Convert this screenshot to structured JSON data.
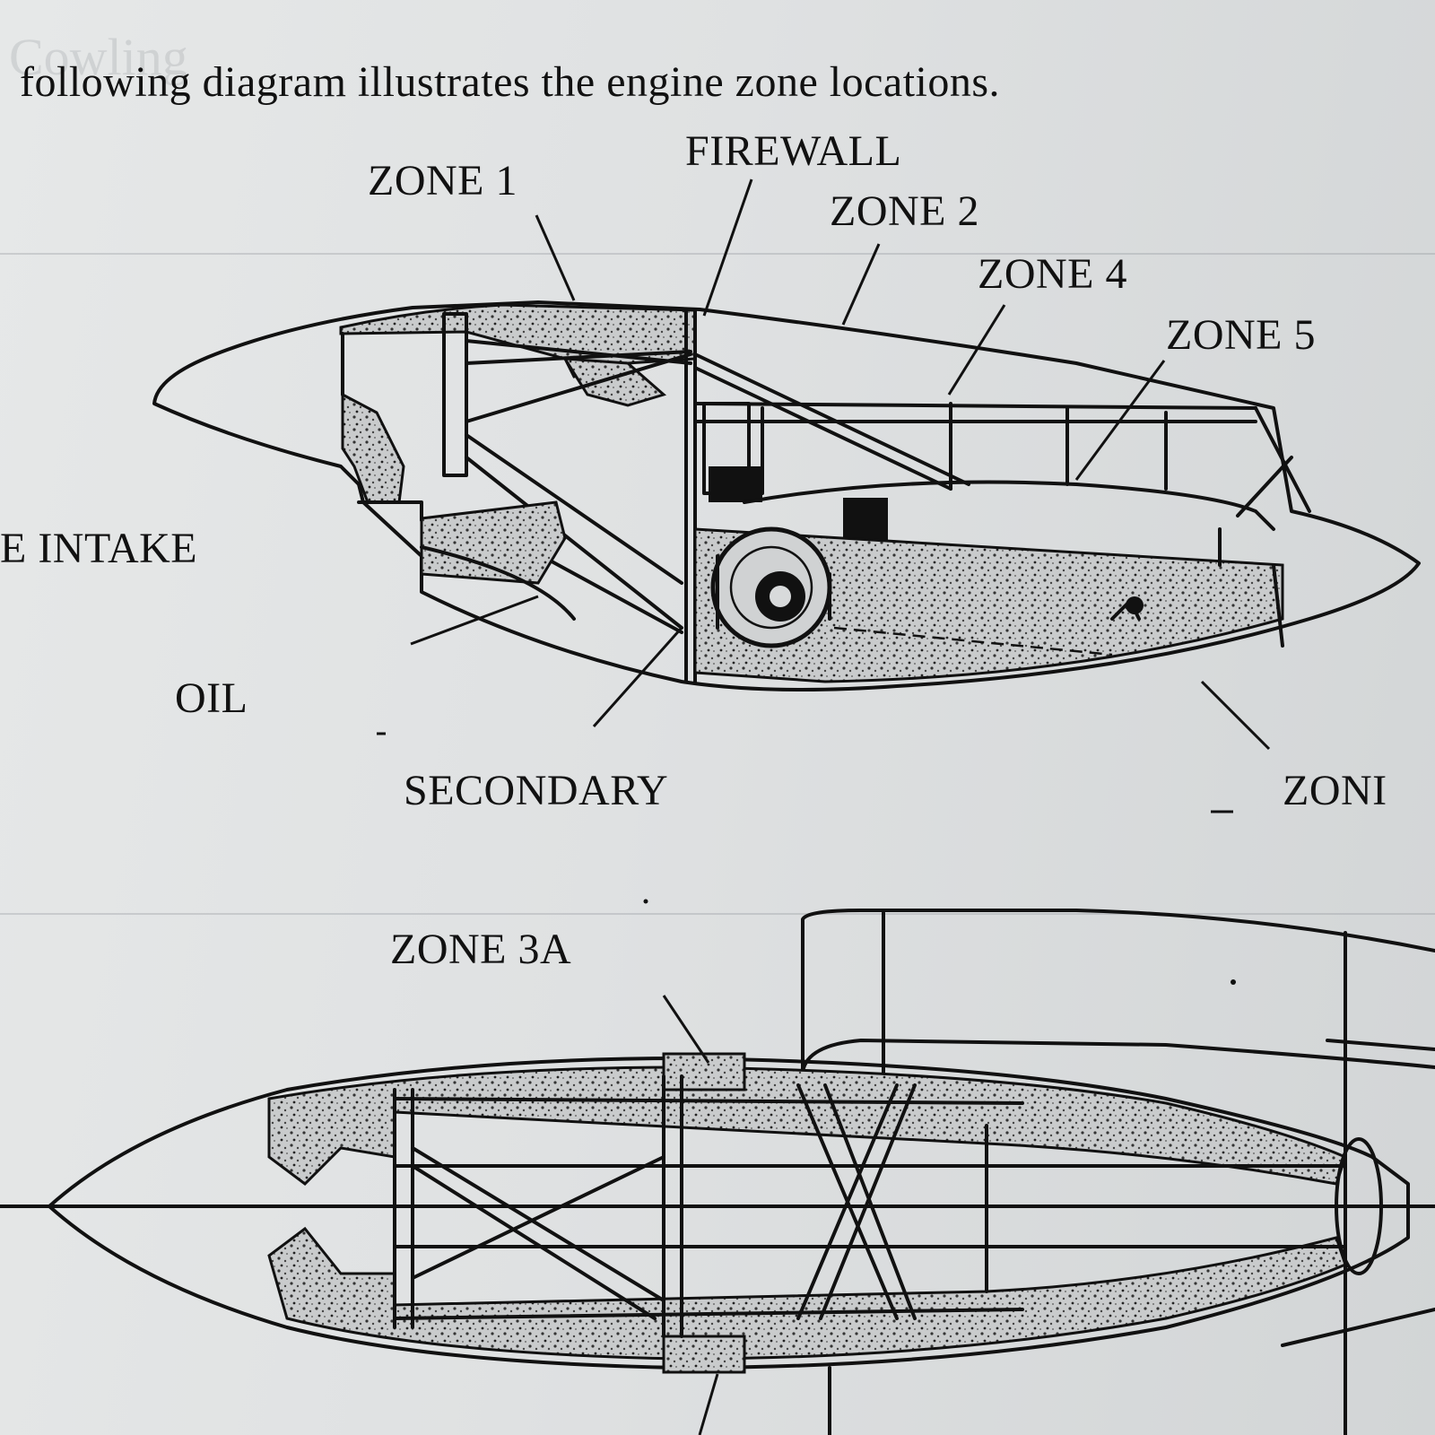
{
  "page": {
    "intro_text": "following diagram illustrates the engine zone locations."
  },
  "labels": {
    "firewall": "FIREWALL",
    "zone1": "ZONE 1",
    "zone2": "ZONE 2",
    "zone4": "ZONE 4",
    "zone5": "ZONE 5",
    "intake": "E INTAKE",
    "oil": "OIL",
    "secondary": "SECONDARY",
    "zone_cut": "ZONI",
    "zone3a": "ZONE 3A"
  },
  "colors": {
    "ink": "#111111",
    "paper": "#e2e4e5"
  }
}
